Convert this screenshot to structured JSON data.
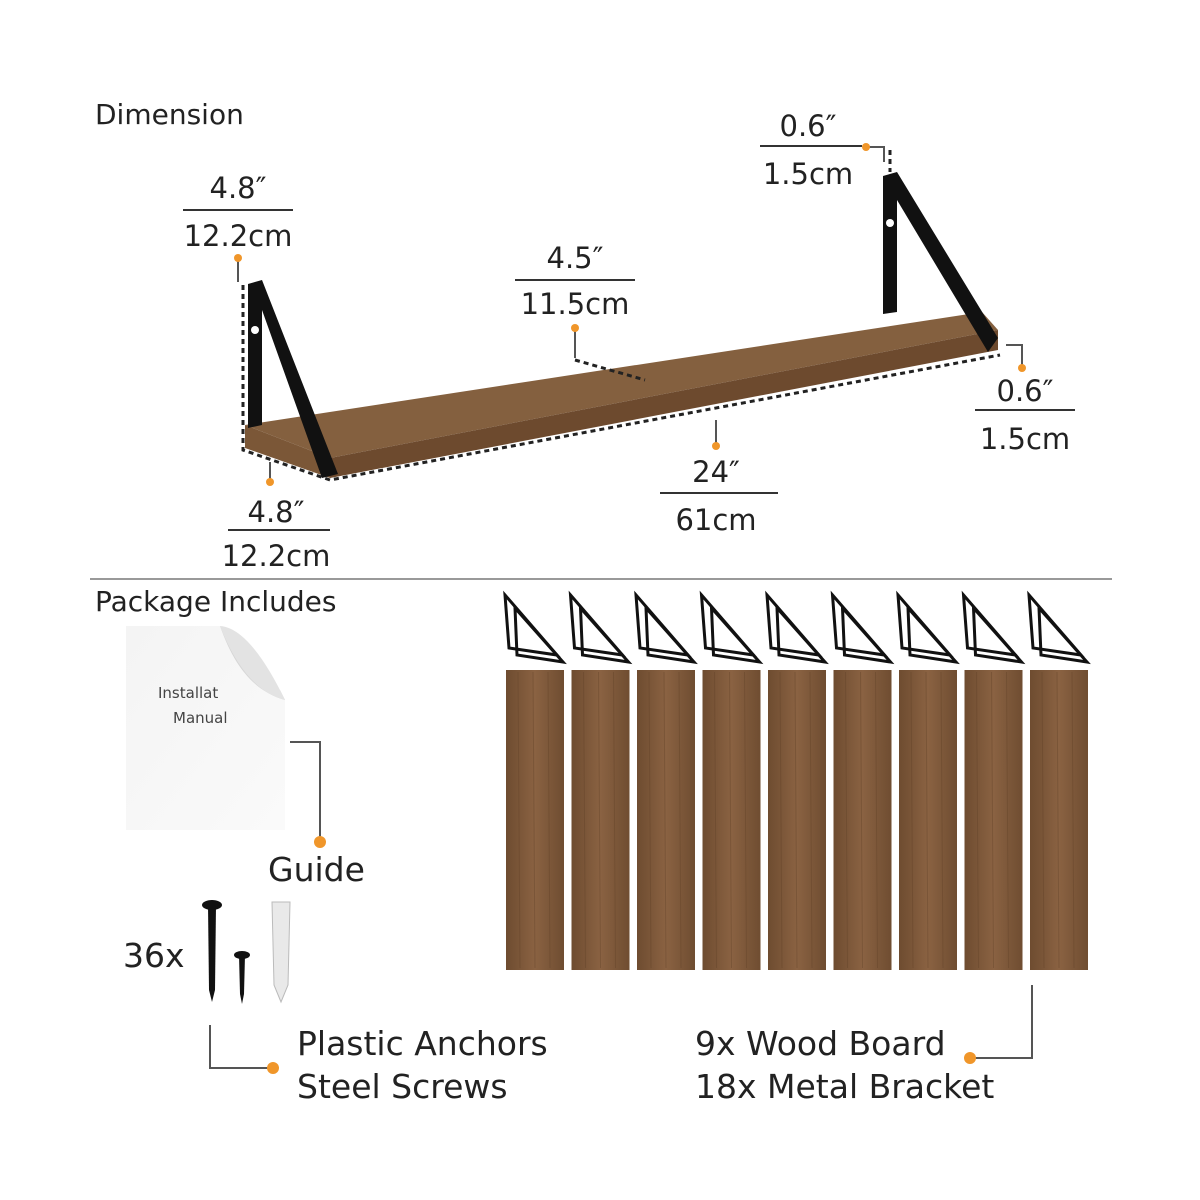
{
  "dimension": {
    "title": "Dimension",
    "labels": [
      {
        "id": "left-depth",
        "top": "4.8″",
        "bottom": "12.2cm"
      },
      {
        "id": "width",
        "top": "4.5″",
        "bottom": "11.5cm"
      },
      {
        "id": "bracket-thickness",
        "top": "0.6″",
        "bottom": "1.5cm"
      },
      {
        "id": "board-thickness",
        "top": "0.6″",
        "bottom": "1.5cm"
      },
      {
        "id": "length",
        "top": "24″",
        "bottom": "61cm"
      },
      {
        "id": "bottom-depth",
        "top": "4.8″",
        "bottom": "12.2cm"
      }
    ]
  },
  "package": {
    "title": "Package Includes",
    "manual_text": [
      "Installat",
      "Manual"
    ],
    "guide_label": "Guide",
    "screws_count": "36x",
    "hardware_lines": [
      "Plastic Anchors",
      "Steel Screws"
    ],
    "parts_lines": [
      "9x Wood Board",
      "18x Metal Bracket"
    ],
    "board_count": 9,
    "bracket_count": 9
  },
  "colors": {
    "accent_dot": "#f0962a",
    "wood": "#7a5638",
    "metal": "#111111"
  }
}
